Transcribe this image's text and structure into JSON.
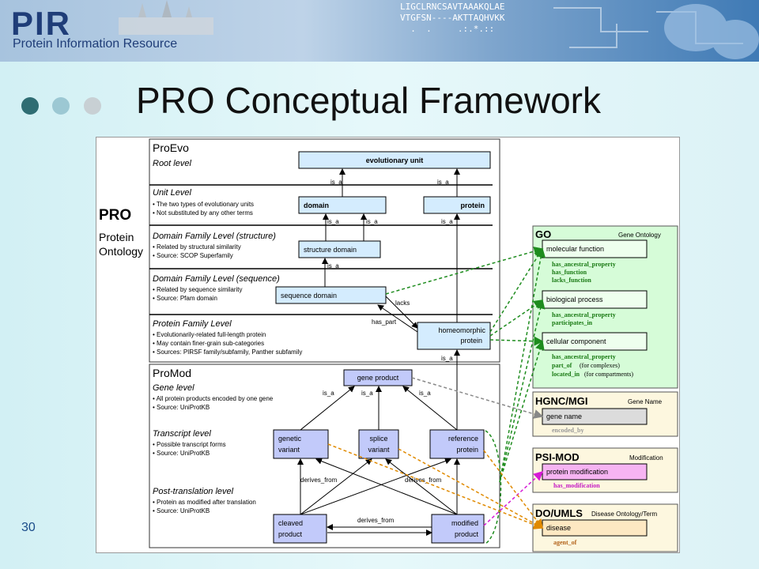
{
  "header": {
    "logo": "PIR",
    "logo_subtitle": "Protein Information Resource",
    "sequence_lines": [
      "LIGCLRNCSAVTAAAKQLAE",
      "VTGFSN----AKTTAQHVKK",
      "  .  .     .:.*.::"
    ]
  },
  "slide": {
    "title": "PRO Conceptual Framework",
    "page_number": "30",
    "dot_colors": [
      "#2f6d73",
      "#9cc8d3",
      "#c8d0d4"
    ]
  },
  "pro": {
    "heading": "PRO",
    "subtitle_line1": "Protein",
    "subtitle_line2": "Ontology"
  },
  "proevo": {
    "heading": "ProEvo",
    "levels": [
      {
        "title": "Root level",
        "bullets": []
      },
      {
        "title": "Unit Level",
        "bullets": [
          "The two types of evolutionary units",
          "Not substituted by any other terms"
        ]
      },
      {
        "title": "Domain Family Level (structure)",
        "bullets": [
          "Related by structural similarity",
          "Source: SCOP Superfamily"
        ]
      },
      {
        "title": "Domain Family Level (sequence)",
        "bullets": [
          "Related by sequence similarity",
          "Source: Pfam domain"
        ]
      },
      {
        "title": "Protein Family Level",
        "bullets": [
          "Evolutionarily-related full-length protein",
          "May contain finer-grain sub-categories",
          "Sources: PIRSF family/subfamily, Panther subfamily"
        ]
      }
    ],
    "nodes": {
      "evolutionary_unit": "evolutionary unit",
      "domain": "domain",
      "protein": "protein",
      "structure_domain": "structure domain",
      "sequence_domain": "sequence domain",
      "homeomorphic_1": "homeomorphic",
      "homeomorphic_2": "protein"
    }
  },
  "promod": {
    "heading": "ProMod",
    "levels": [
      {
        "title": "Gene level",
        "bullets": [
          "All protein products encoded by one gene",
          "Source: UniProtKB"
        ]
      },
      {
        "title": "Transcript level",
        "bullets": [
          "Possible transcript forms",
          "Source: UniProtKB"
        ]
      },
      {
        "title": "Post-translation level",
        "bullets": [
          "Protein as modified after translation",
          "Source: UniProtKB"
        ]
      }
    ],
    "nodes": {
      "gene_product": "gene product",
      "genetic_variant_1": "genetic",
      "genetic_variant_2": "variant",
      "splice_variant_1": "splice",
      "splice_variant_2": "variant",
      "reference_protein_1": "reference",
      "reference_protein_2": "protein",
      "cleaved_product_1": "cleaved",
      "cleaved_product_2": "product",
      "modified_product_1": "modified",
      "modified_product_2": "product"
    }
  },
  "relations": {
    "is_a": "is_a",
    "lacks": "lacks",
    "has_part": "has_part",
    "derives_from": "derives_from"
  },
  "external": {
    "go": {
      "heading": "GO",
      "label": "Gene Ontology",
      "terms": [
        "molecular function",
        "biological process",
        "cellular component"
      ],
      "mf_relations": [
        "has_ancestral_property",
        "has_function",
        "lacks_function"
      ],
      "bp_relations": [
        "has_ancestral_property",
        "participates_in"
      ],
      "cc_relations": [
        "has_ancestral_property",
        "part_of",
        "located_in"
      ],
      "cc_notes": [
        "(for complexes)",
        "(for compartments)"
      ]
    },
    "hgnc": {
      "heading": "HGNC/MGI",
      "label": "Gene Name",
      "term": "gene name",
      "relation": "encoded_by"
    },
    "psimod": {
      "heading": "PSI-MOD",
      "label": "Modification",
      "term": "protein modification",
      "relation": "has_modification"
    },
    "doumls": {
      "heading": "DO/UMLS",
      "label": "Disease Ontology/Term",
      "term": "disease",
      "relation": "agent_of"
    }
  },
  "colors": {
    "node_fill": "#d4ecfe",
    "promod_node_fill": "#c2cafa",
    "go_fill": "#d6fcd8",
    "go_term_fill": "#eeffee",
    "hgnc_fill": "#fdf7df",
    "psimod_fill": "#fdf7df",
    "psimod_term_fill": "#f6b4f2",
    "doumls_term_fill": "#fde8c2",
    "relation_green": "#1a7a14",
    "relation_brown": "#b3631a",
    "green_arrow": "#1e8c1e",
    "orange_arrow": "#e08a00",
    "magenta_arrow": "#d61ad6",
    "grey_arrow": "#888888"
  }
}
